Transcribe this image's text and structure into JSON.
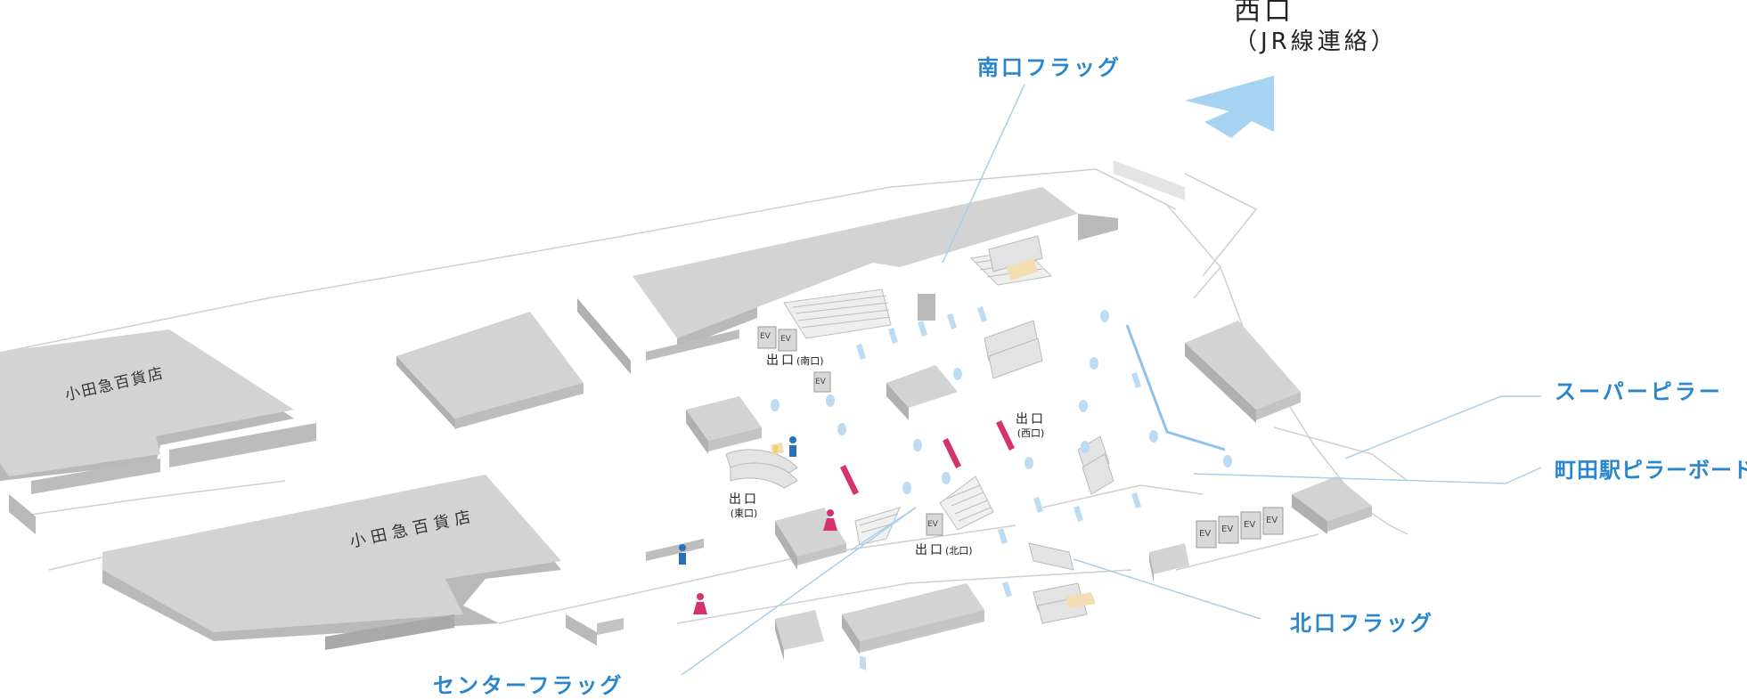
{
  "colors": {
    "accent": "#2a86cc",
    "leader_line": "#a9cfe9",
    "arrow": "#a7d3f2",
    "building_top": "#d2d2d2",
    "building_side": "#b9b9b9",
    "flag_pink": "#d4336f",
    "pillar": "#bddcf3",
    "outline": "#c8c8c8"
  },
  "direction": {
    "line1": "西口",
    "line2": "（JR線連絡）",
    "arrow_icon": "direction-arrow-icon"
  },
  "callouts": {
    "south_flag": "南口フラッグ",
    "super_pillar": "スーパーピラー",
    "pillar_board": "町田駅ピラーボード",
    "north_flag": "北口フラッグ",
    "center_flag": "センターフラッグ"
  },
  "stores": {
    "odakyu_upper": "小田急百貨店",
    "odakyu_lower": "小田急百貨店"
  },
  "exits": {
    "south": {
      "main": "出口",
      "sub": "(南口)"
    },
    "west": {
      "main": "出口",
      "sub": "(西口)"
    },
    "east": {
      "main": "出口",
      "sub": "(東口)"
    },
    "north": {
      "main": "出口",
      "sub": "(北口)"
    }
  },
  "elevator_label": "EV",
  "icons": [
    "restroom-male-icon",
    "restroom-female-icon",
    "escalator-icon",
    "stairs-icon"
  ]
}
